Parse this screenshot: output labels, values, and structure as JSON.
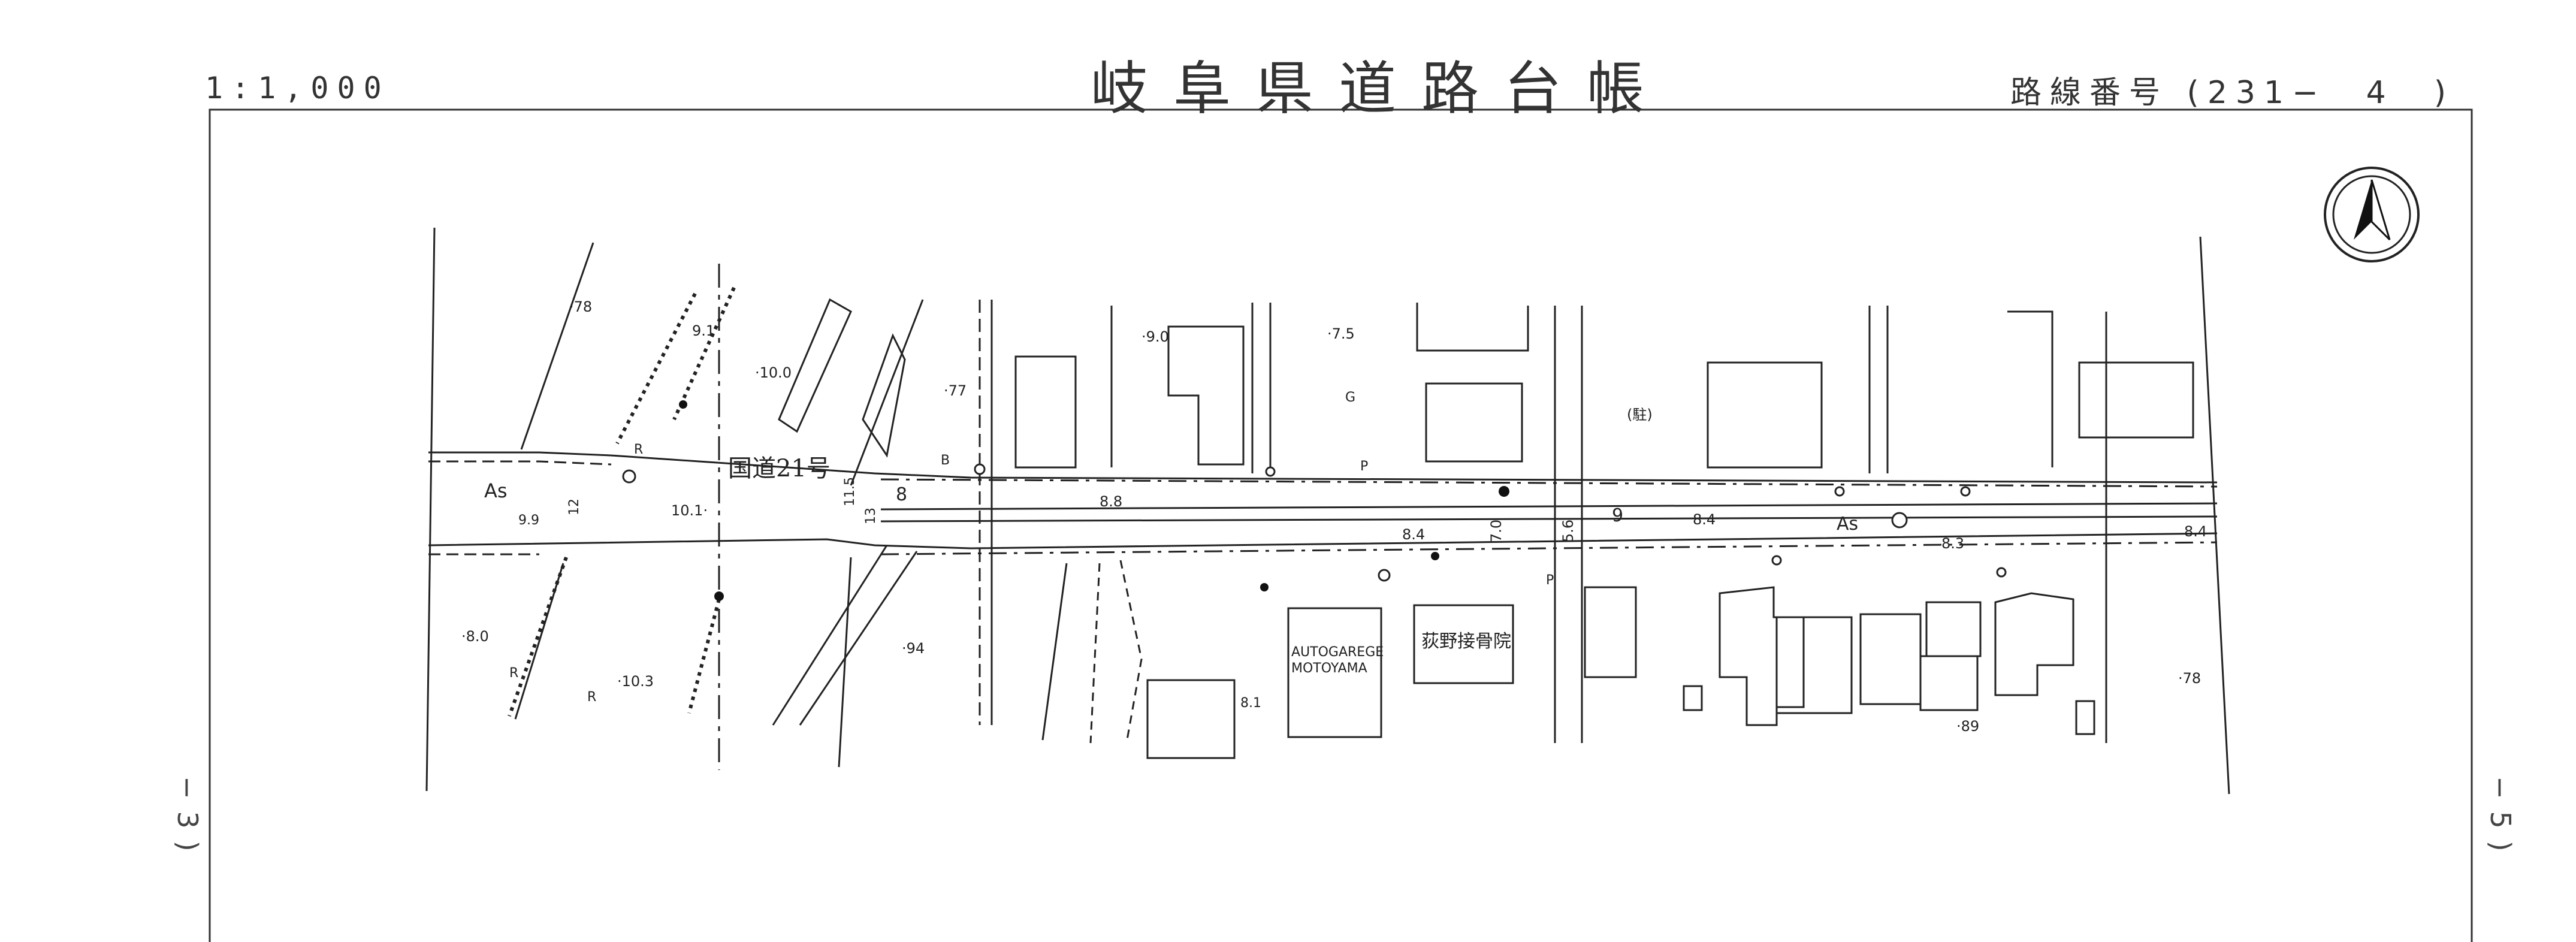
{
  "header": {
    "scale": "1:1,000",
    "title": "岐阜県道路台帳",
    "route_label": "路線番号",
    "route_number": "(231−　4　)"
  },
  "page_marks": {
    "left": "−3)",
    "right": "−5)"
  },
  "map": {
    "north_arrow_icon": "north-arrow-icon",
    "labels": {
      "national_route": "国道21号",
      "surface_left": "As",
      "surface_right": "As",
      "autogarage_line1": "AUTOGAREGE",
      "autogarage_line2": "MOTOYAMA",
      "clinic": "荻野接骨院",
      "parking_mark": "(駐)",
      "e_78": "·78",
      "e_91": "9.1",
      "e_100": "·10.0",
      "e_77": "·77",
      "e_90": "·9.0",
      "e_75": "·7.5",
      "e_101": "10.1·",
      "e_80": "·8.0",
      "e_103": "·10.3",
      "e_94": "·94",
      "e_89": "·89",
      "e_78b": "·78",
      "w_99": "9.9",
      "w_12": "12",
      "w_115": "11.5",
      "w_8": "8",
      "w_88": "8.8",
      "w_84a": "8.4",
      "w_70": "7.0",
      "w_56": "5.6",
      "w_9": "9",
      "w_84b": "8.4",
      "w_83": "8.3",
      "w_84c": "8.4",
      "w_81": "8.1",
      "w_13": "13",
      "g_mark": "G",
      "p_mark1": "P",
      "p_mark2": "P",
      "r_mark1": "R",
      "r_mark2": "R",
      "r_mark3": "R",
      "b_mark": "B"
    }
  }
}
